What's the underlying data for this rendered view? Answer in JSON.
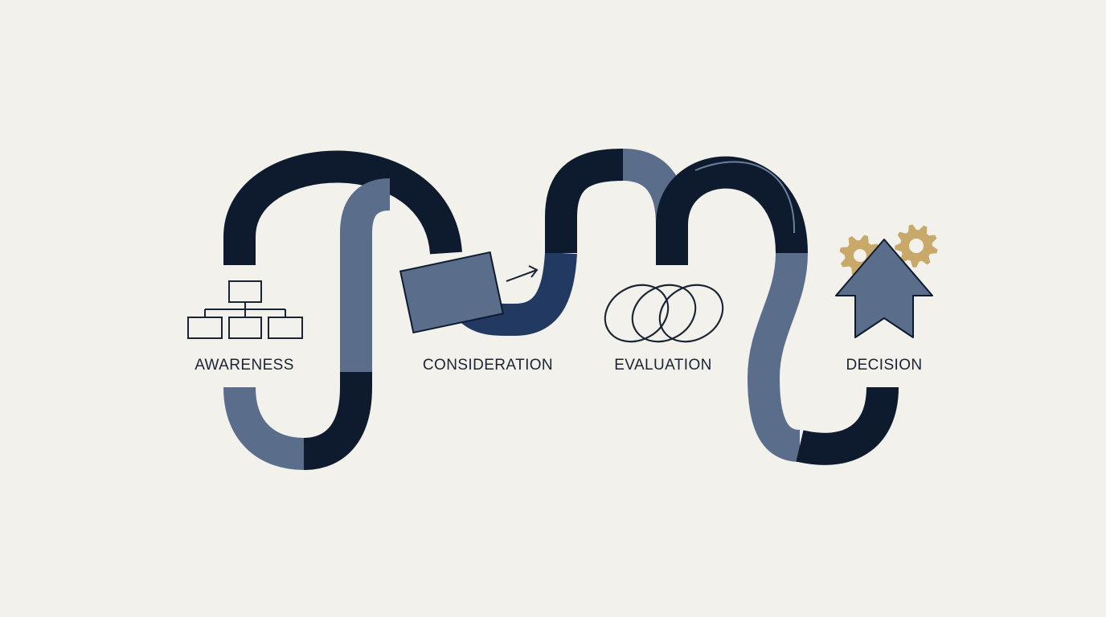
{
  "stages": [
    {
      "id": "awareness",
      "label": "AWARENESS",
      "icon": "hierarchy-icon"
    },
    {
      "id": "consideration",
      "label": "CONSIDERATION",
      "icon": "box-arrow-icon"
    },
    {
      "id": "evaluation",
      "label": "EVALUATION",
      "icon": "interlocking-rings-icon"
    },
    {
      "id": "decision",
      "label": "DECISION",
      "icon": "house-gears-icon"
    }
  ],
  "colors": {
    "background": "#f2f1eb",
    "dark": "#0e1b2e",
    "slate": "#5a6e8c",
    "navy": "#223a62",
    "gold": "#c8a96a",
    "text": "#1b2433"
  }
}
